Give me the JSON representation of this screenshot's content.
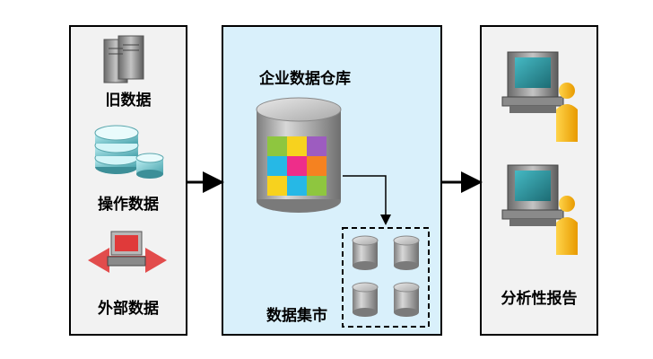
{
  "sources": {
    "legacy_label": "旧数据",
    "operational_label": "操作数据",
    "external_label": "外部数据"
  },
  "warehouse": {
    "title": "企业数据仓库",
    "datamart_label": "数据集市"
  },
  "consumers": {
    "label": "分析性报告"
  },
  "colors": {
    "panel_bg_left": "#f2f2f2",
    "panel_bg_center": "#d9f0fb",
    "panel_bg_right": "#f2f2f2",
    "border": "#000000",
    "cylinder": "#9a9a9a",
    "monitor": "#2d8f99",
    "person": "#f5b400",
    "external_red": "#e03a3a"
  }
}
